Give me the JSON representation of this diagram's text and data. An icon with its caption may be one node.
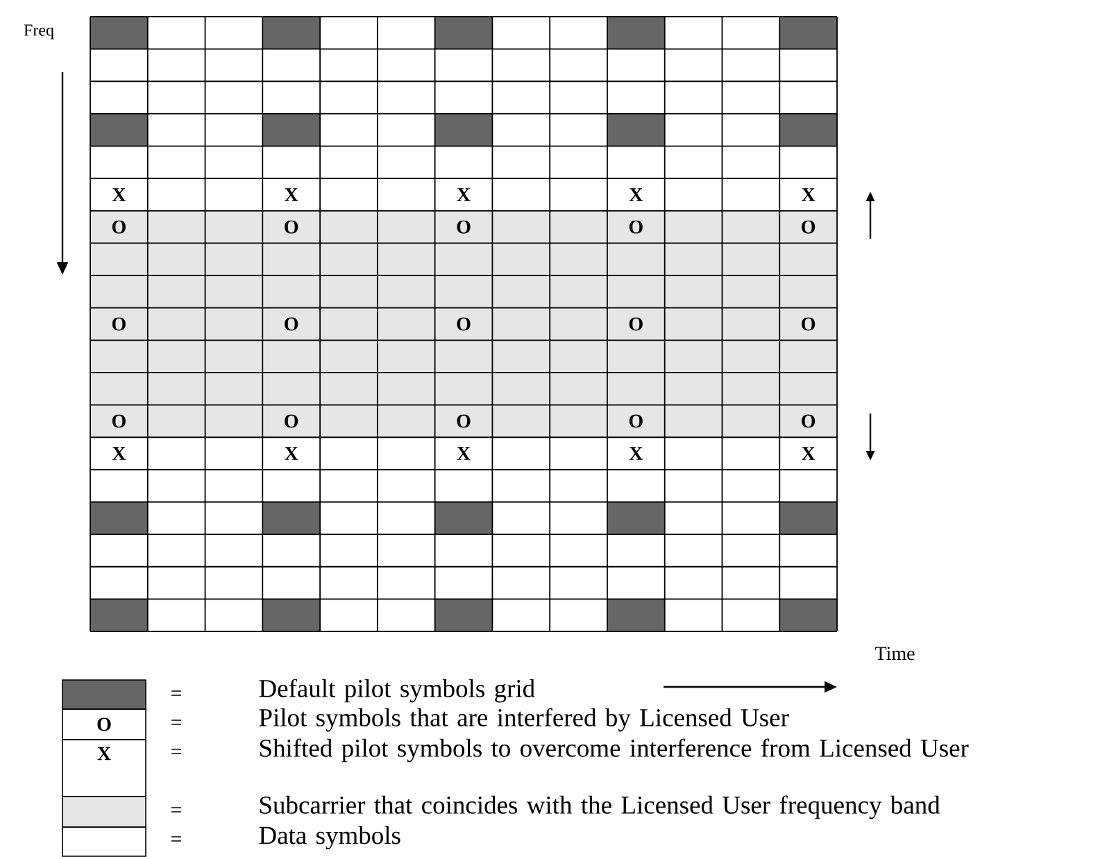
{
  "diagram": {
    "labels": [
      "Freq",
      "X",
      "X",
      "X",
      "X",
      "X",
      "O",
      "O",
      "O",
      "O",
      "O",
      "O",
      "O",
      "O",
      "O",
      "O",
      "O",
      "O",
      "O",
      "O",
      "O",
      "X",
      "X",
      "X",
      "X",
      "X",
      "Time",
      "=",
      "O",
      "=",
      "X",
      "=",
      "=",
      "="
    ],
    "legend": [
      {
        "text": "Default pilot symbols grid",
        "color": "#666666"
      },
      {
        "text": "Pilot symbols that are interfered by Licensed User"
      },
      {
        "text": "Shifted pilot symbols to overcome interference from Licensed User"
      },
      {
        "text": "Subcarrier that coincides with the Licensed User frequency band",
        "color": "#e6e6e6"
      },
      {
        "text": "Data symbols"
      }
    ]
  }
}
